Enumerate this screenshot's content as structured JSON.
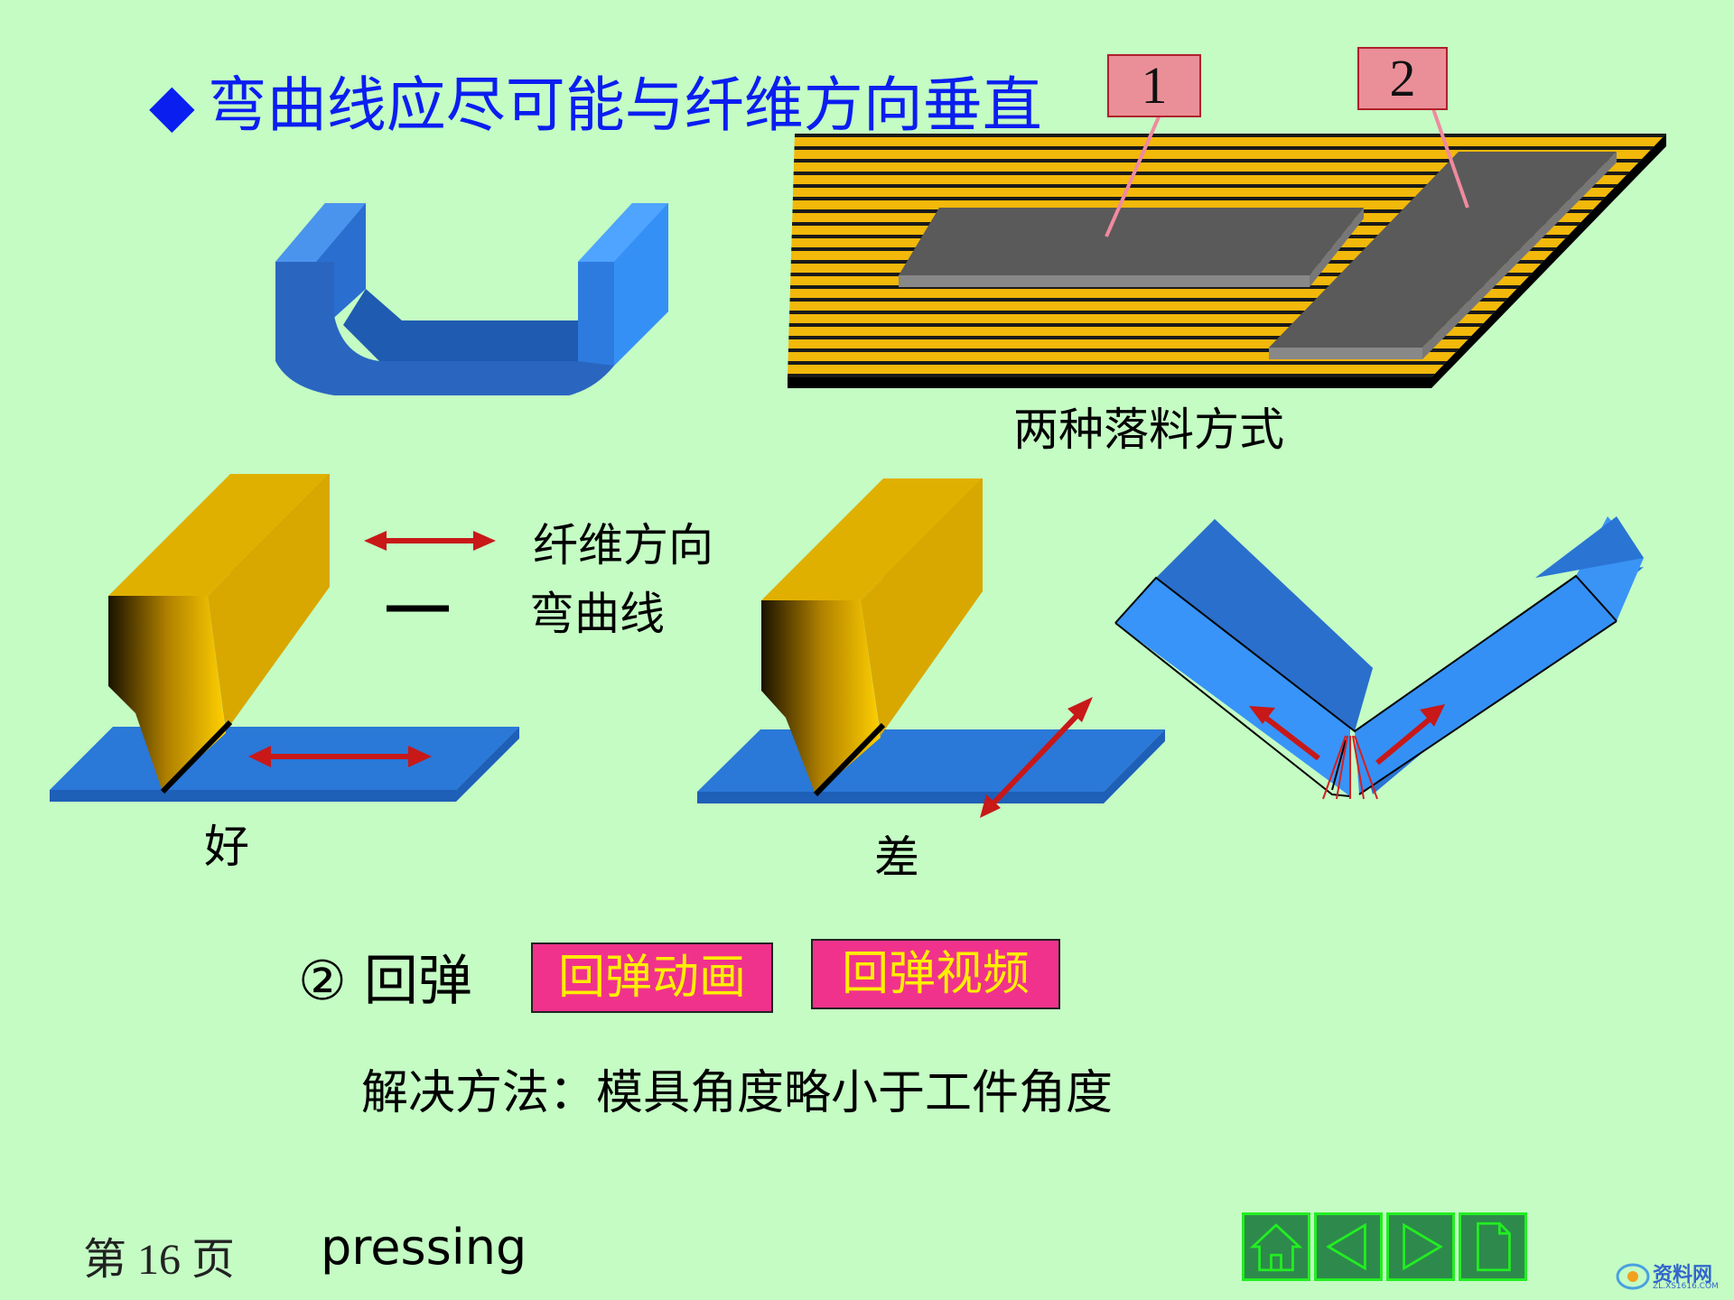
{
  "title": "弯曲线应尽可能与纤维方向垂直",
  "title_bullet": "◆",
  "blank_labels": [
    "1",
    "2"
  ],
  "blanking_caption": "两种落料方式",
  "legend": {
    "fiber_direction": "纤维方向",
    "bend_line": "弯曲线"
  },
  "verdicts": {
    "good": "好",
    "bad": "差"
  },
  "springback": {
    "heading": "② 回弹",
    "animation_button": "回弹动画",
    "video_button": "回弹视频",
    "solution": "解决方法：模具角度略小于工件角度"
  },
  "footer": {
    "page": "第 16 页",
    "word": "pressing"
  },
  "watermark": {
    "logo_text": "资料网",
    "logo_sub": "ZL.XS1616.COM"
  },
  "colors": {
    "background": "#c4fcc4",
    "title": "#0a1ef0",
    "arrow": "#d01818",
    "button_pink": "#f0328c",
    "button_text": "#ffee00",
    "nav_fill": "#2e8a4c",
    "nav_border": "#22ee22"
  },
  "nav_icons": [
    "home-icon",
    "previous-icon",
    "next-icon",
    "page-icon"
  ]
}
